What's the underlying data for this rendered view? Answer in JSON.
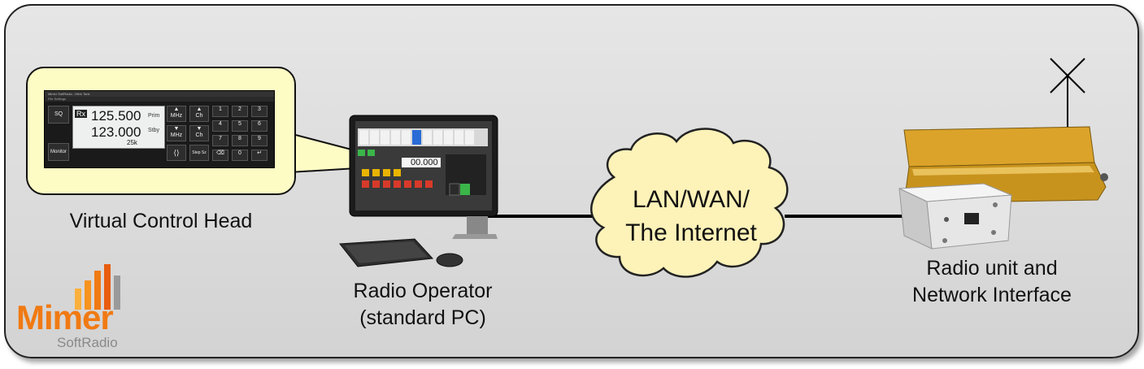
{
  "labels": {
    "virtual_control_head": "Virtual Control Head",
    "radio_operator_line1": "Radio Operator",
    "radio_operator_line2": "(standard PC)",
    "radio_unit_line1": "Radio unit and",
    "radio_unit_line2": "Network Interface",
    "cloud_line1": "LAN/WAN/",
    "cloud_line2": "The Internet"
  },
  "control_head": {
    "window_title": "Mimer SoftRadio - Melo Tank",
    "menu": "File   Settings",
    "sq": "SQ",
    "monitor": "Monitor",
    "rx": "Rx",
    "freq_primary": "125.500",
    "freq_standby": "123.000",
    "prim": "Prim",
    "stby": "Stby",
    "step": "25k",
    "mhz_up": "MHz",
    "ch_up": "Ch",
    "mhz_down": "MHz",
    "ch_down": "Ch",
    "swap": "⟨⟩",
    "step_sz": "Step Sz",
    "keys": [
      "1",
      "2",
      "3",
      "4",
      "5",
      "6",
      "7",
      "8",
      "9",
      "⌫",
      "0",
      "↵"
    ]
  },
  "monitor_screen": {
    "freq": "00.000"
  },
  "logo": {
    "name": "Mimer",
    "sub": "SoftRadio"
  },
  "colors": {
    "logo_orange": "#f07a13",
    "callout_fill": "#fefcc5",
    "cloud_fill": "#fdf2b8",
    "radio_gold": "#d9a629"
  }
}
